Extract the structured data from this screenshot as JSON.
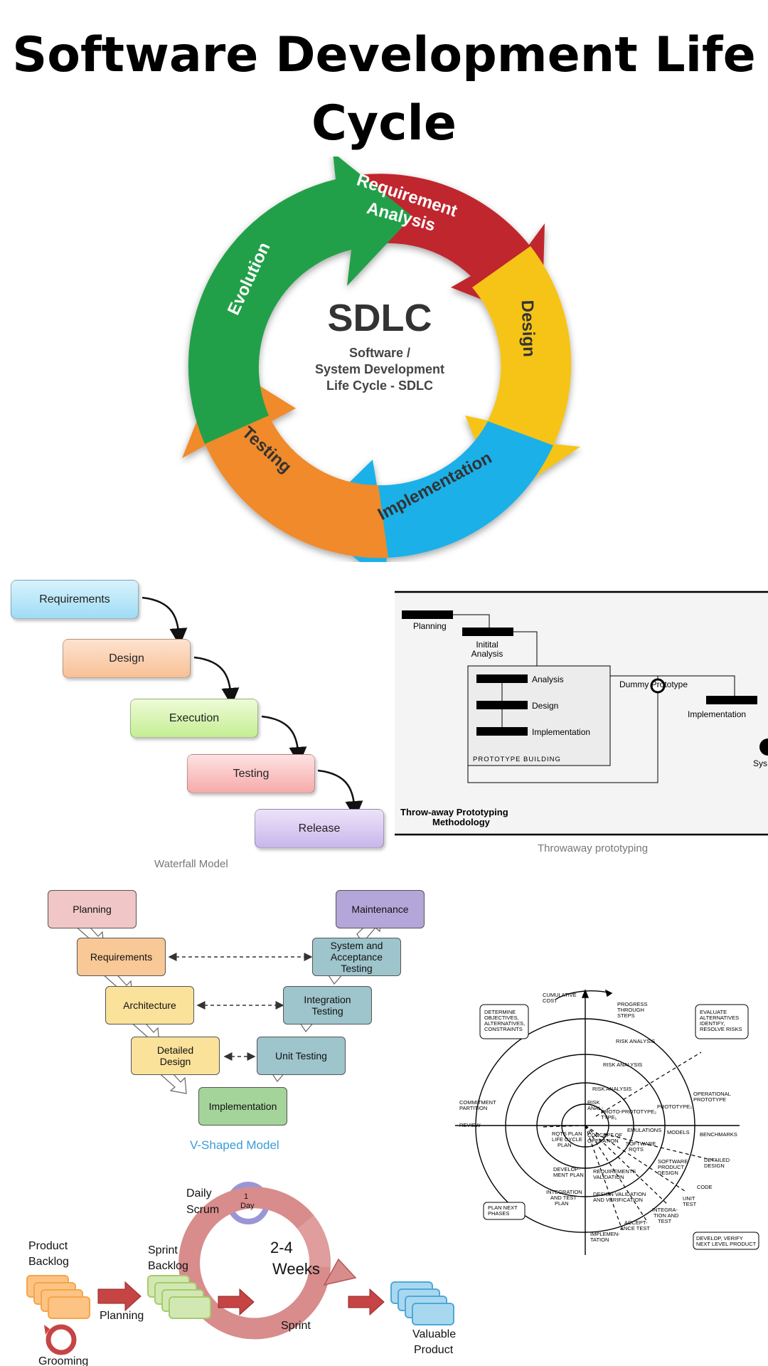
{
  "title": "Software Development Life Cycle",
  "sdlc": {
    "center_title": "SDLC",
    "center_sub": [
      "Software /",
      "System Development",
      "Life Cycle - SDLC"
    ],
    "segments": [
      "Requirement",
      "Analysis",
      "Design",
      "Implementation",
      "Testing",
      "Evolution"
    ],
    "colors": {
      "red": "#c0282e",
      "yellow": "#f6c416",
      "blue": "#1ab0e8",
      "orange": "#f08a2c",
      "green": "#23a048"
    }
  },
  "waterfall": {
    "steps": [
      "Requirements",
      "Design",
      "Execution",
      "Testing",
      "Release"
    ],
    "caption": "Waterfall Model"
  },
  "throwaway": {
    "planning": "Planning",
    "initial": [
      "Initital",
      "Analysis"
    ],
    "analysis": "Analysis",
    "design": "Design",
    "implementation": "Implementation",
    "prototype_building": "PROTOTYPE BUILDING",
    "dummy": "Dummy Prototype",
    "impl_right": "Implementation",
    "sys": "Sys",
    "methodology": [
      "Throw-away Prototyping",
      "Methodology"
    ],
    "caption": "Throwaway prototyping"
  },
  "vmodel": {
    "planning": "Planning",
    "requirements": "Requirements",
    "architecture": "Architecture",
    "detailed_design": [
      "Detailed",
      "Design"
    ],
    "implementation": "Implementation",
    "unit_testing": "Unit Testing",
    "integration_testing": [
      "Integration",
      "Testing"
    ],
    "system_testing": [
      "System and",
      "Acceptance",
      "Testing"
    ],
    "maintenance": "Maintenance",
    "caption": "V-Shaped Model"
  },
  "spiral": {
    "cumulative": [
      "CUMULATIVE",
      "COST"
    ],
    "progress": [
      "PROGRESS",
      "THROUGH",
      "STEPS"
    ],
    "determine": [
      "DETERMINE",
      "OBJECTIVES,",
      "ALTERNATIVES,",
      "CONSTRAINTS"
    ],
    "evaluate": [
      "EVALUATE",
      "ALTERNATIVES",
      "IDENTIFY,",
      "RESOLVE RISKS"
    ],
    "risk": "RISK ANALYSIS",
    "operational": [
      "OPERATIONAL",
      "PROTOTYPE"
    ],
    "commitment": [
      "COMMITMENT",
      "PARTITION"
    ],
    "review": "REVIEW",
    "proto1": [
      "PROTO-",
      "TYPE₁"
    ],
    "proto2": "PROTOTYPE₂",
    "proto3": "PROTOTYPE₃",
    "risk_anal": [
      "RISK",
      "ANAL-"
    ],
    "emulations": "EMULATIONS",
    "models": "MODELS",
    "benchmarks": "BENCHMARKS",
    "rqts_plan": [
      "RQTS PLAN",
      "LIFE CYCLE",
      "PLAN"
    ],
    "concept": [
      "CONCEPT OF",
      "OPERATION"
    ],
    "software_rqts": [
      "SOFTWARE",
      "RQTS"
    ],
    "software_product": [
      "SOFTWARE",
      "PRODUCT",
      "DESIGN"
    ],
    "detailed_design": [
      "DETAILED",
      "DESIGN"
    ],
    "development_plan": [
      "DEVELOP-",
      "MENT PLAN"
    ],
    "req_validation": [
      "REQUIREMENTS",
      "VALIDATION"
    ],
    "code": "CODE",
    "integration_test_plan": [
      "INTEGRATION",
      "AND TEST",
      "PLAN"
    ],
    "design_validation": [
      "DESIGN VALIDATION",
      "AND VERIFICATION"
    ],
    "unit_test": [
      "UNIT",
      "TEST"
    ],
    "plan_next": [
      "PLAN NEXT",
      "PHASES"
    ],
    "integration_test": [
      "INTEGRA-",
      "TION AND",
      "TEST"
    ],
    "acceptance": [
      "ACCEPT-",
      "ANCE TEST"
    ],
    "implementation": [
      "IMPLEMEN-",
      "TATION"
    ],
    "develop_verify": [
      "DEVELOP, VERIFY",
      "NEXT LEVEL PRODUCT"
    ]
  },
  "scrum": {
    "daily": [
      "Daily",
      "Scrum"
    ],
    "one_day": [
      "1",
      "Day"
    ],
    "weeks": [
      "2-4",
      "Weeks"
    ],
    "product_backlog": [
      "Product",
      "Backlog"
    ],
    "sprint_backlog": [
      "Sprint",
      "Backlog"
    ],
    "planning": "Planning",
    "sprint": "Sprint",
    "valuable": [
      "Valuable",
      "Product"
    ],
    "grooming": "Grooming"
  }
}
